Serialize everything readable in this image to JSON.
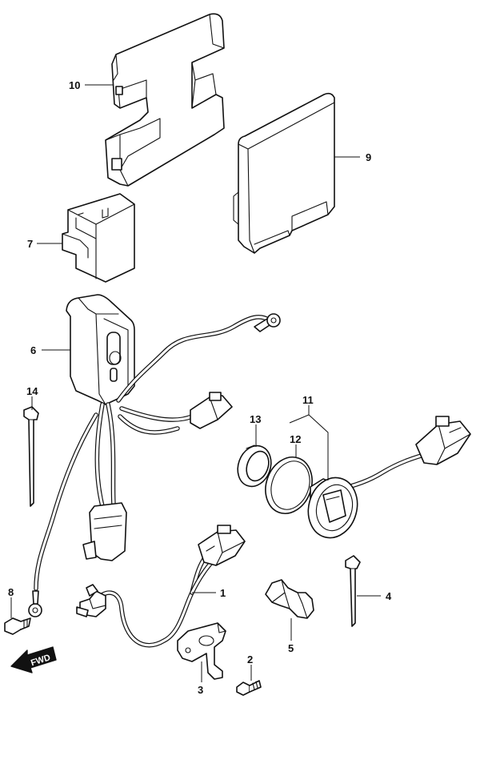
{
  "callouts": {
    "c1": "1",
    "c2": "2",
    "c3": "3",
    "c4": "4",
    "c5": "5",
    "c6": "6",
    "c7": "7",
    "c8": "8",
    "c9": "9",
    "c10": "10",
    "c11": "11",
    "c12": "12",
    "c13": "13",
    "c14": "14"
  },
  "direction_label": "FWD"
}
